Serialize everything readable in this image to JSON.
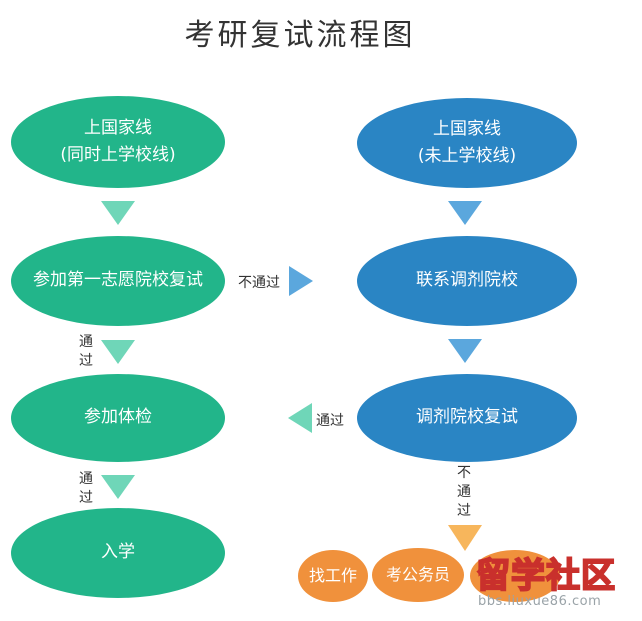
{
  "title": "考研复试流程图",
  "nodes": {
    "left_top": {
      "line1": "上国家线",
      "line2": "(同时上学校线)"
    },
    "right_top": {
      "line1": "上国家线",
      "line2": "(未上学校线)"
    },
    "first_choice": "参加第一志愿院校复试",
    "contact_adjust": "联系调剂院校",
    "physical_exam": "参加体检",
    "adjust_retest": "调剂院校复试",
    "admission": "入学",
    "find_job": "找工作",
    "civil_service": "考公务员"
  },
  "labels": {
    "not_passed_h": "不通过",
    "passed_1": [
      "通",
      "过"
    ],
    "passed_2": [
      "通",
      "过"
    ],
    "passed_h": "通过",
    "not_passed_v": [
      "不",
      "通",
      "过"
    ]
  },
  "watermark": {
    "main": "留学社区",
    "sub": "bbs.liuxue86.com"
  },
  "colors": {
    "green": "#22b58a",
    "blue": "#2a85c4",
    "orange": "#f0913c",
    "green_arrow": "#6fd6b8",
    "blue_arrow": "#5ba7dd",
    "orange_arrow": "#f7b65c"
  }
}
